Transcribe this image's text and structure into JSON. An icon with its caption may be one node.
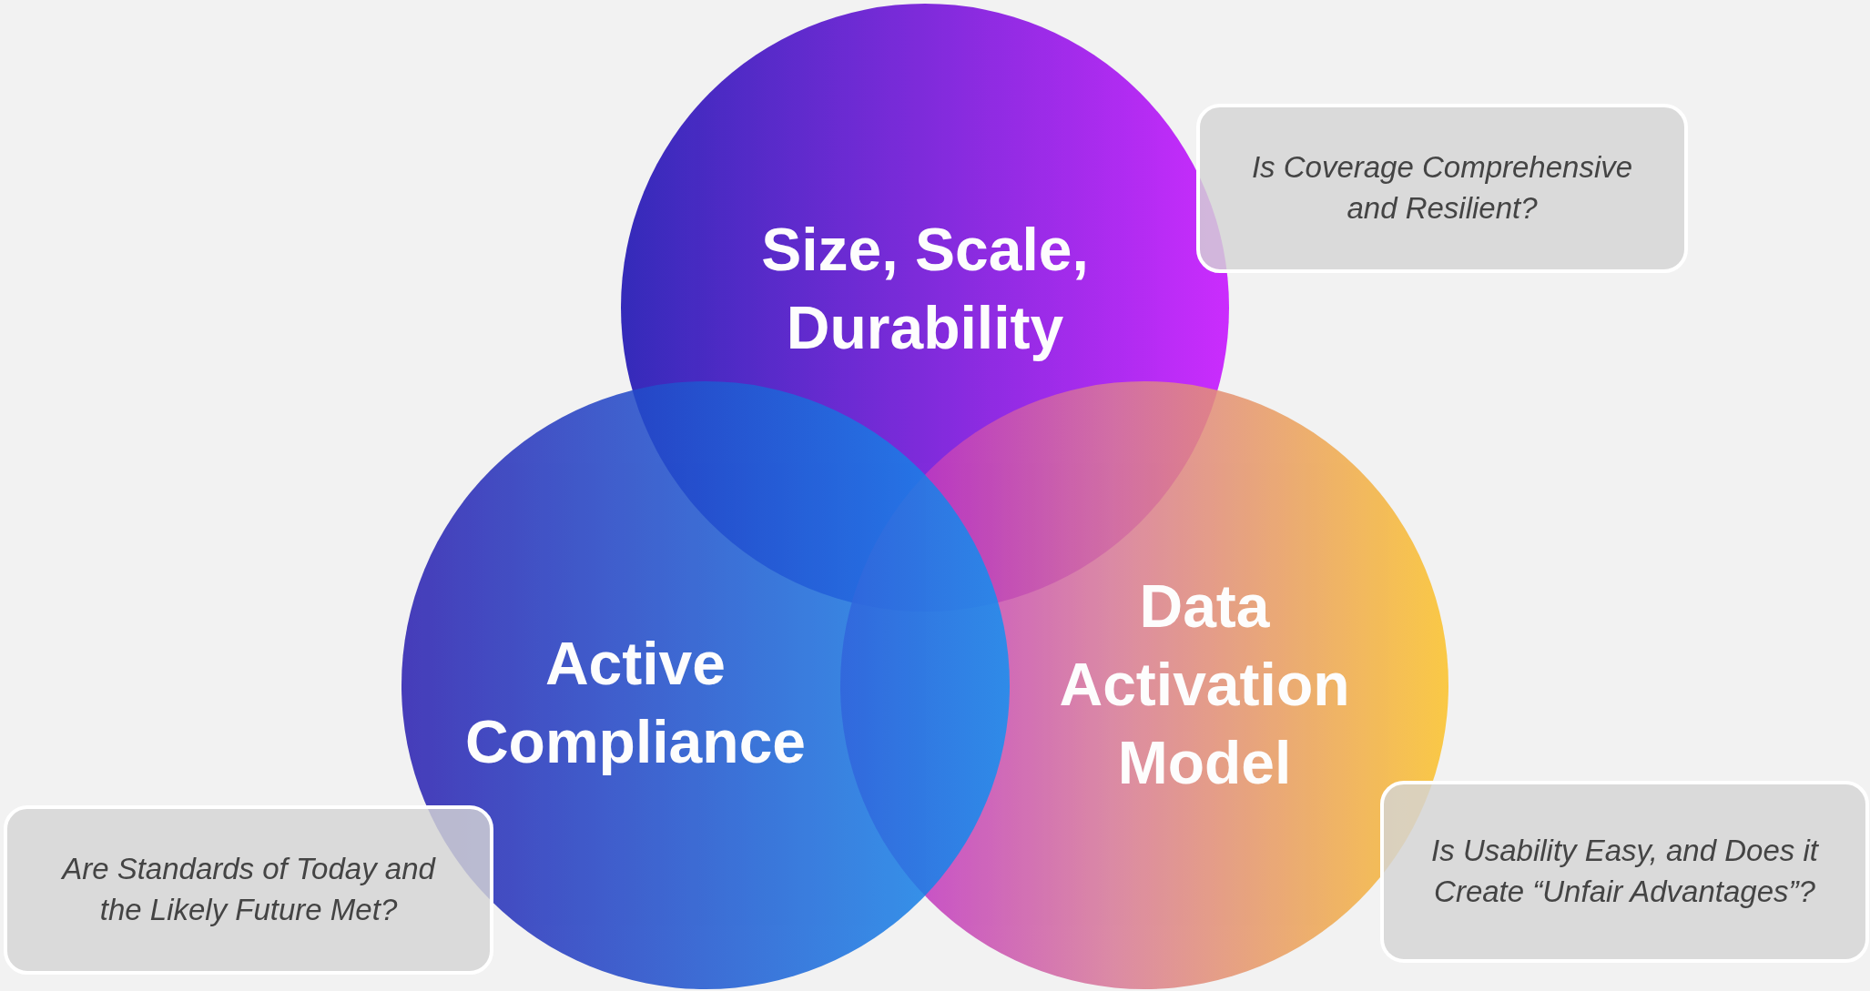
{
  "diagram": {
    "nodes": [
      {
        "text": [
          "Size, Scale, Durability"
        ]
      },
      {
        "text": [
          "Is Coverage Comprehensive and Resilient?"
        ]
      },
      {
        "text": [
          "Active Compliance"
        ]
      },
      {
        "text": [
          "Data Activation Model"
        ]
      },
      {
        "text": [
          "Is Usability Easy, and Does it Create “Unfair Advantages”?"
        ]
      },
      {
        "text": [
          "Are Standards of Today and the Likely Future Met?"
        ]
      }
    ]
  }
}
